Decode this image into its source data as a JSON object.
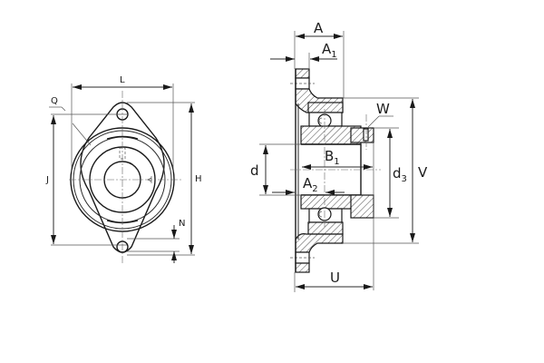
{
  "diagram": {
    "type": "technical-drawing",
    "subject": "two-bolt flange bearing unit (housing with insert ball bearing)",
    "views": {
      "front_view": {
        "dimension_labels": {
          "L": "L",
          "Q": "Q",
          "J": "J",
          "H": "H",
          "N": "N"
        }
      },
      "section_view": {
        "dimension_labels": {
          "A": "A",
          "A1_main": "A",
          "A1_sub": "1",
          "W": "W",
          "B1_main": "B",
          "B1_sub": "1",
          "d": "d",
          "A2_main": "A",
          "A2_sub": "2",
          "d3_main": "d",
          "d3_sub": "3",
          "V": "V",
          "U": "U"
        }
      }
    },
    "colors": {
      "line": "#1a1a1a",
      "background": "#ffffff"
    }
  }
}
